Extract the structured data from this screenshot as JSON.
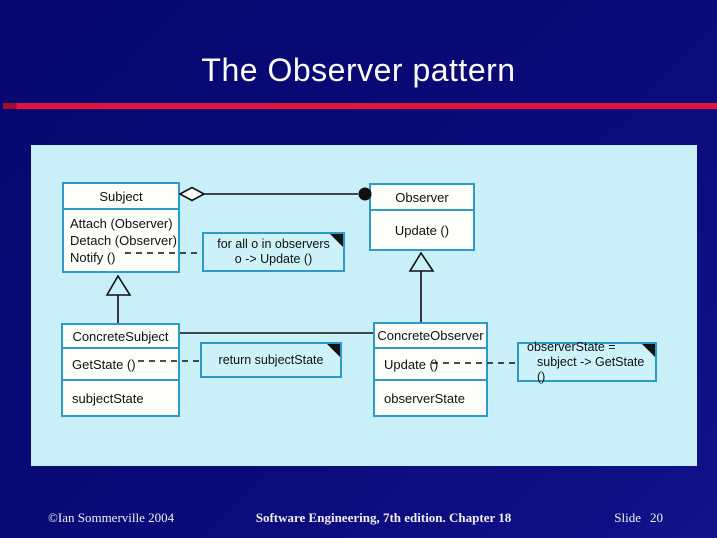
{
  "slide": {
    "title": "The Observer pattern",
    "footer": {
      "copyright": "©Ian Sommerville 2004",
      "center": "Software Engineering, 7th edition. Chapter 18",
      "slide_label": "Slide",
      "slide_number": "20"
    }
  },
  "diagram": {
    "classes": [
      {
        "name": "Subject",
        "operations": [
          "Attach (Observer)",
          "Detach (Observer)",
          "Notify ()"
        ],
        "attributes": []
      },
      {
        "name": "Observer",
        "operations": [
          "Update ()"
        ],
        "attributes": []
      },
      {
        "name": "ConcreteSubject",
        "operations": [
          "GetState ()"
        ],
        "attributes": [
          "subjectState"
        ]
      },
      {
        "name": "ConcreteObserver",
        "operations": [
          "Update ()"
        ],
        "attributes": [
          "observerState"
        ]
      }
    ],
    "notes": [
      {
        "lines": [
          "for all o in observers",
          "o -> Update ()"
        ]
      },
      {
        "lines": [
          "return subjectState"
        ]
      },
      {
        "lines": [
          "observerState =",
          "subject -> GetState ()"
        ]
      }
    ]
  },
  "colors": {
    "slide_background": "#0a0a79",
    "title_text": "#fbfbfb",
    "title_rule": "#e0143c",
    "diagram_background": "#c9f0f8",
    "box_border": "#2e9ac9",
    "box_fill": "#fdfdfa",
    "diagram_text": "#101010",
    "footer_text": "#efeff2"
  }
}
